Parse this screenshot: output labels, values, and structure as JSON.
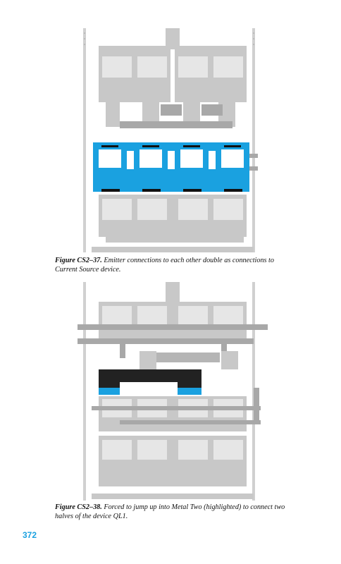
{
  "figures": [
    {
      "label": "Figure CS2–37.",
      "caption": "Emitter connections to each other double as connections to Current Source device."
    },
    {
      "label": "Figure CS2–38.",
      "caption": "Forced to jump up into Metal Two (highlighted) to connect two halves of the device QL1."
    }
  ],
  "page_number": "372",
  "colors": {
    "highlight": "#1aa1e0",
    "metal_gray": "#b5b5b5",
    "metal_dark": "#9a9a9a",
    "metal_two": "#222222"
  }
}
